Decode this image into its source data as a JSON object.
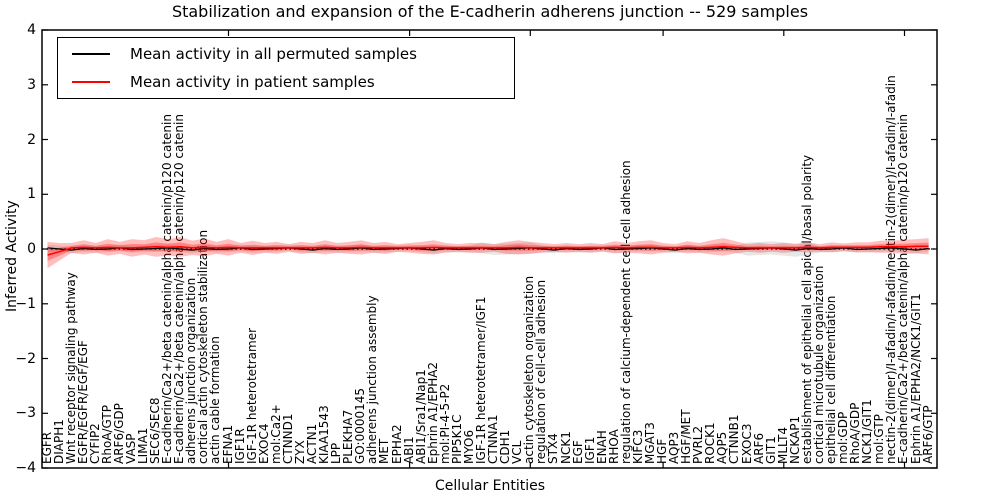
{
  "chart_data": {
    "type": "line",
    "title": "Stabilization and expansion of the E-cadherin adherens junction -- 529 samples",
    "xlabel": "Cellular Entities",
    "ylabel": "Inferred Activity",
    "ylim": [
      -4,
      4
    ],
    "ytick_labels": [
      "4",
      "3",
      "2",
      "1",
      "0",
      "−1",
      "−2",
      "−3",
      "−4"
    ],
    "ytick_values": [
      4,
      3,
      2,
      1,
      0,
      -1,
      -2,
      -3,
      -4
    ],
    "grid": false,
    "legend_position": "upper left",
    "zero_line_style": "dotted",
    "top_tick_indices": [
      15,
      30,
      40,
      51,
      61,
      71
    ],
    "colors": {
      "permuted": "#000000",
      "patient": "#ff0000",
      "patient_band": "#ff0000",
      "permuted_band": "#bbbbbb"
    },
    "categories": [
      "EGFR",
      "DIAPH1",
      "Wnt receptor signaling pathway",
      "EGFR/EGFR/EGF/EGF",
      "CYFIP2",
      "RhoA/GTP",
      "ARF6/GDP",
      "VASP",
      "LIMA1",
      "SEC6/SEC8",
      "E-cadherin/Ca2+/beta catenin/alpha catenin/p120 catenin",
      "E-cadherin/Ca2+/beta catenin/alpha catenin/p120 catenin",
      "adherens junction organization",
      "cortical actin cytoskeleton stabilization",
      "actin cable formation",
      "EFNA1",
      "IGF1R",
      "IGF-1R heterotetramer",
      "EXOC4",
      "mol:Ca2+",
      "CTNND1",
      "ZYX",
      "ACTN1",
      "KIAA1543",
      "LPP",
      "PLEKHA7",
      "GO:0000145",
      "adherens junction assembly",
      "MET",
      "EPHA2",
      "ABI1",
      "ABI1/Sra1/Nap1",
      "Ephrin A1/EPHA2",
      "mol:PI-4-5-P2",
      "PIP5K1C",
      "MYO6",
      "IGF-1R heterotetramer/IGF1",
      "CTNNA1",
      "CDH1",
      "VCL",
      "actin cytoskeleton organization",
      "regulation of cell-cell adhesion",
      "STX4",
      "NCK1",
      "EGF",
      "IGF1",
      "ENAH",
      "RHOA",
      "regulation of calcium-dependent cell-cell adhesion",
      "KIFC3",
      "MGAT3",
      "HGF",
      "AQP3",
      "HGF/MET",
      "PVRL2",
      "ROCK1",
      "AQP5",
      "CTNNB1",
      "EXOC3",
      "ARF6",
      "GIT1",
      "MLLT4",
      "NCKAP1",
      "establishment of epithelial cell apical/basal polarity",
      "cortical microtubule organization",
      "epithelial cell differentiation",
      "mol:GDP",
      "RhoA/GDP",
      "NCK1/GIT1",
      "mol:GTP",
      "nectin-2(dimer)/I-afadin/I-afadin/nectin-2(dimer)/I-afadin/I-afadin",
      "E-cadherin/Ca2+/beta catenin/alpha catenin/p120 catenin",
      "Ephrin A1/EPHA2/NCK1/GIT1",
      "ARF6/GTP"
    ],
    "series": [
      {
        "name": "Mean activity in all permuted samples",
        "color": "#000000",
        "values": [
          0.02,
          0.0,
          -0.02,
          0.01,
          -0.01,
          0.0,
          0.02,
          -0.01,
          0.0,
          0.01,
          0.02,
          0.0,
          -0.02,
          0.01,
          -0.01,
          0.0,
          0.02,
          -0.01,
          0.0,
          0.01,
          0.02,
          0.0,
          -0.02,
          0.01,
          -0.01,
          0.0,
          0.02,
          -0.01,
          0.0,
          0.01,
          0.02,
          0.0,
          -0.02,
          0.01,
          -0.01,
          0.0,
          0.02,
          -0.01,
          0.0,
          0.01,
          0.02,
          0.0,
          -0.02,
          0.01,
          -0.01,
          0.0,
          0.02,
          -0.01,
          0.0,
          0.01,
          0.02,
          0.0,
          -0.02,
          0.01,
          -0.01,
          0.0,
          0.02,
          -0.01,
          0.0,
          0.01,
          0.02,
          0.0,
          -0.02,
          0.01,
          -0.01,
          0.0,
          0.02,
          -0.01,
          0.0,
          0.01,
          0.02,
          0.0,
          -0.02,
          0.01
        ]
      },
      {
        "name": "Mean activity in patient samples",
        "color": "#ff0000",
        "values": [
          -0.11,
          -0.05,
          0.02,
          0.03,
          0.02,
          0.03,
          0.02,
          0.02,
          0.03,
          0.04,
          0.03,
          0.04,
          0.02,
          0.03,
          0.02,
          0.03,
          0.02,
          0.02,
          0.02,
          0.02,
          0.02,
          0.02,
          0.02,
          0.03,
          0.02,
          0.02,
          0.03,
          0.02,
          0.02,
          0.02,
          0.02,
          0.02,
          0.03,
          0.02,
          0.02,
          0.02,
          0.02,
          0.02,
          0.02,
          0.03,
          0.02,
          0.02,
          0.02,
          0.02,
          0.02,
          0.02,
          0.02,
          0.03,
          0.02,
          0.03,
          0.03,
          0.02,
          0.02,
          0.03,
          0.02,
          0.03,
          0.04,
          0.03,
          0.02,
          0.02,
          0.02,
          0.02,
          0.02,
          0.03,
          0.02,
          0.03,
          0.03,
          0.03,
          0.03,
          0.04,
          0.04,
          0.04,
          0.05,
          0.05
        ]
      }
    ],
    "patient_band_halfwidth": [
      0.24,
      0.16,
      0.09,
      0.13,
      0.09,
      0.15,
      0.11,
      0.16,
      0.13,
      0.18,
      0.15,
      0.18,
      0.13,
      0.16,
      0.11,
      0.15,
      0.09,
      0.13,
      0.09,
      0.11,
      0.07,
      0.11,
      0.09,
      0.13,
      0.09,
      0.11,
      0.13,
      0.09,
      0.11,
      0.07,
      0.09,
      0.11,
      0.13,
      0.09,
      0.07,
      0.09,
      0.09,
      0.07,
      0.11,
      0.13,
      0.11,
      0.09,
      0.07,
      0.09,
      0.07,
      0.09,
      0.07,
      0.11,
      0.09,
      0.11,
      0.13,
      0.09,
      0.07,
      0.11,
      0.09,
      0.13,
      0.16,
      0.11,
      0.07,
      0.09,
      0.07,
      0.09,
      0.07,
      0.09,
      0.07,
      0.09,
      0.07,
      0.09,
      0.09,
      0.11,
      0.11,
      0.13,
      0.13,
      0.15
    ],
    "permuted_band_halfwidth": [
      0.06,
      0.06,
      0.06,
      0.06,
      0.06,
      0.06,
      0.06,
      0.06,
      0.06,
      0.06,
      0.06,
      0.06,
      0.06,
      0.06,
      0.06,
      0.06,
      0.06,
      0.06,
      0.06,
      0.06,
      0.06,
      0.06,
      0.06,
      0.06,
      0.06,
      0.06,
      0.06,
      0.06,
      0.06,
      0.06,
      0.06,
      0.06,
      0.06,
      0.06,
      0.06,
      0.06,
      0.1,
      0.1,
      0.1,
      0.1,
      0.1,
      0.06,
      0.06,
      0.06,
      0.06,
      0.06,
      0.06,
      0.06,
      0.06,
      0.06,
      0.06,
      0.06,
      0.06,
      0.06,
      0.06,
      0.06,
      0.06,
      0.06,
      0.12,
      0.12,
      0.12,
      0.12,
      0.12,
      0.12,
      0.06,
      0.06,
      0.06,
      0.06,
      0.06,
      0.06,
      0.06,
      0.06,
      0.06,
      0.06
    ]
  }
}
